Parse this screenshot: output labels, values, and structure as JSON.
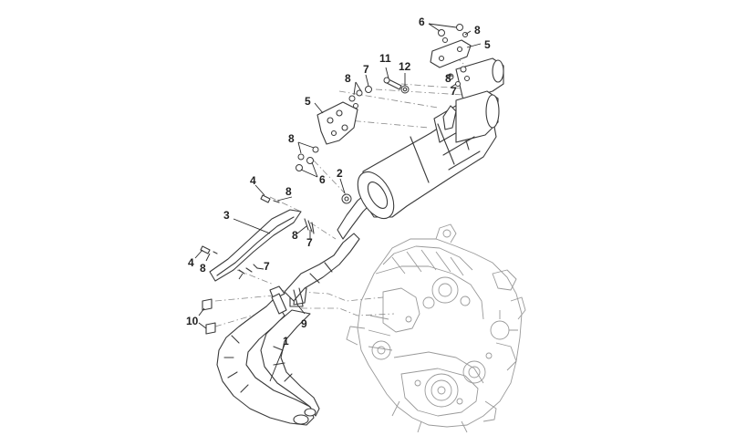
{
  "callouts": [
    {
      "id": "c1",
      "label": "1"
    },
    {
      "id": "c2",
      "label": "2"
    },
    {
      "id": "c3",
      "label": "3"
    },
    {
      "id": "c4a",
      "label": "4"
    },
    {
      "id": "c4b",
      "label": "4"
    },
    {
      "id": "c5a",
      "label": "5"
    },
    {
      "id": "c5b",
      "label": "5"
    },
    {
      "id": "c6a",
      "label": "6"
    },
    {
      "id": "c6b",
      "label": "6"
    },
    {
      "id": "c7a",
      "label": "7"
    },
    {
      "id": "c7b",
      "label": "7"
    },
    {
      "id": "c7c",
      "label": "7"
    },
    {
      "id": "c7d",
      "label": "7"
    },
    {
      "id": "c8a",
      "label": "8"
    },
    {
      "id": "c8b",
      "label": "8"
    },
    {
      "id": "c8c",
      "label": "8"
    },
    {
      "id": "c8d",
      "label": "8"
    },
    {
      "id": "c8e",
      "label": "8"
    },
    {
      "id": "c8f",
      "label": "8"
    },
    {
      "id": "c8g",
      "label": "8"
    },
    {
      "id": "c9",
      "label": "9"
    },
    {
      "id": "c10",
      "label": "10"
    },
    {
      "id": "c11",
      "label": "11"
    },
    {
      "id": "c12",
      "label": "12"
    }
  ]
}
